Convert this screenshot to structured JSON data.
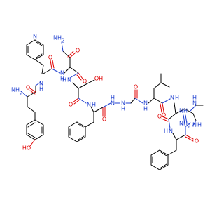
{
  "molecule": {
    "colors": {
      "carbon": "#000000",
      "oxygen": "#e00000",
      "nitrogen": "#2040d0"
    },
    "labels": {
      "nh2_tyr": "NH",
      "nh2_tyr_sub": "2",
      "h_tyr": "H",
      "n_tyr_pal": "N",
      "o_tyr_co": "O",
      "oh_phenol": "HO",
      "n_pyridine": "N",
      "nh_pal_asn": "N",
      "h_pal_asn": "H",
      "o_pal_co": "O",
      "nh2_asn": "NH",
      "nh2_asn_sub": "2",
      "o_asn_side": "O",
      "nh_asn_ser": "N",
      "h_asn_ser": "H",
      "o_asn_co": "O",
      "oh_ser": "OH",
      "nh_ser_phe": "N",
      "h_ser_phe": "H",
      "o_ser_co": "O",
      "o_phe_co": "O",
      "nh_hyd1": "N",
      "h_hyd1": "H",
      "nh_hyd2": "N",
      "h_hyd2": "H",
      "o_urea": "O",
      "nh_urea": "N",
      "h_urea": "H",
      "nh_leu_arg": "N",
      "h_leu_arg": "H",
      "o_leu_co": "O",
      "nh2_amidine": "NH",
      "n_amidine_me": "N",
      "h_amidine_me": "H",
      "nh_arg": "N",
      "h_arg": "H",
      "nh_arg_phe": "N",
      "h_arg_phe": "H",
      "o_arg_co": "O",
      "nh2_cterm": "NH",
      "nh2_cterm_sub": "2",
      "o_cterm": "O"
    }
  }
}
